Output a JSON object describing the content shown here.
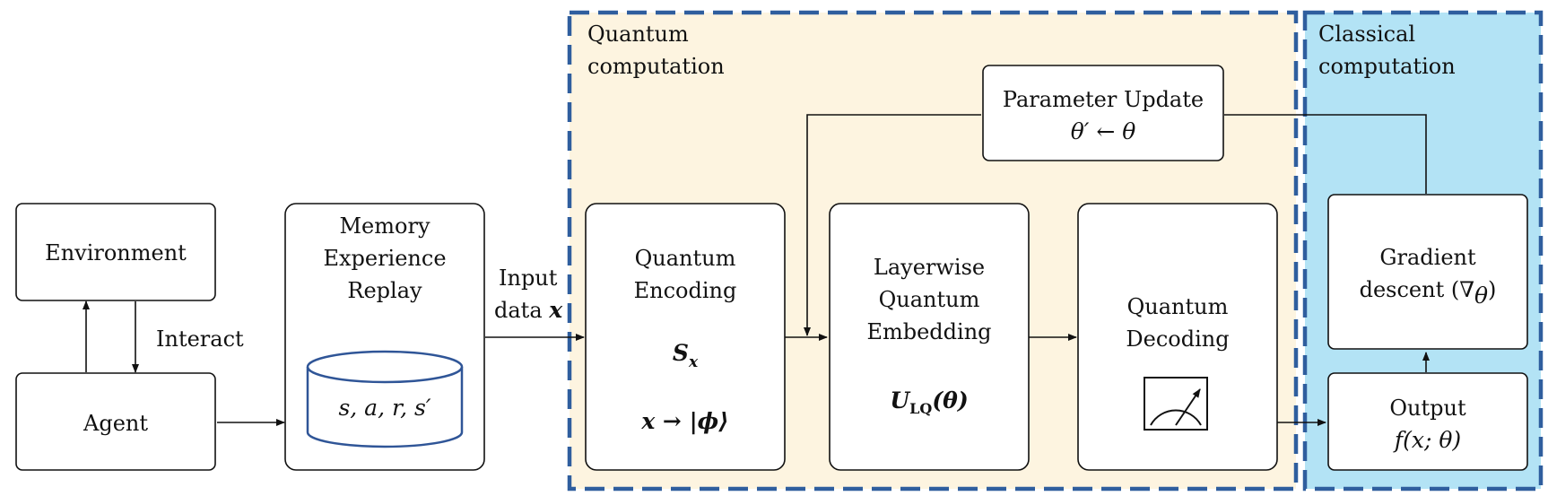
{
  "regions": {
    "quantum": {
      "label_line1": "Quantum",
      "label_line2": "computation",
      "fill": "#fdf4e0",
      "border": "#2f5e9e"
    },
    "classical": {
      "label_line1": "Classical",
      "label_line2": "computation",
      "fill": "#b3e3f5",
      "border": "#2f5e9e"
    }
  },
  "nodes": {
    "environment": {
      "label": "Environment"
    },
    "agent": {
      "label": "Agent"
    },
    "memory": {
      "line1": "Memory",
      "line2": "Experience",
      "line3": "Replay",
      "db_text": "s, a, r, s′"
    },
    "encoding": {
      "line1": "Quantum",
      "line2": "Encoding",
      "symbol": "S",
      "symbol_sub": "x",
      "mapping": "x → |ϕ⟩"
    },
    "embedding": {
      "line1": "Layerwise",
      "line2": "Quantum",
      "line3": "Embedding",
      "symbol": "U",
      "symbol_sub": "LQ",
      "symbol_arg": "(θ)"
    },
    "decoding": {
      "line1": "Quantum",
      "line2": "Decoding",
      "meter_icon": "measurement-meter-icon"
    },
    "param_update": {
      "line1": "Parameter Update",
      "line2": "θ′ ← θ"
    },
    "gradient": {
      "line1": "Gradient",
      "line2": "descent (∇",
      "line2_sub": "θ",
      "line2_end": ")"
    },
    "output": {
      "line1": "Output",
      "line2": "f(x; θ)"
    }
  },
  "edge_labels": {
    "interact": "Interact",
    "input_line1": "Input",
    "input_line2": "data ",
    "input_var": "x"
  }
}
